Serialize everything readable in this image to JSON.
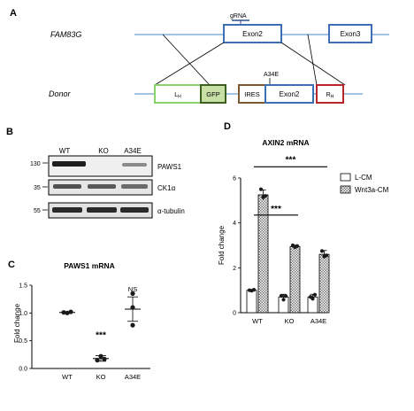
{
  "panels": {
    "a": {
      "label": "A",
      "gene": "FAM83G",
      "grna": "gRNA",
      "exon2": "Exon2",
      "exon3": "Exon3",
      "donor": "Donor",
      "lh_main": "L",
      "lh_sub": "H",
      "gfp": "GFP",
      "ires": "IRES",
      "mutation": "A34E",
      "donor_exon2": "Exon2",
      "rh_main": "R",
      "rh_sub": "H"
    },
    "b": {
      "label": "B",
      "lanes": [
        "WT",
        "KO",
        "A34E"
      ],
      "markers": [
        "130",
        "35",
        "55"
      ],
      "proteins": [
        "PAWS1",
        "CK1α",
        "α-tubulin"
      ]
    },
    "c": {
      "label": "C",
      "title": "PAWS1 mRNA"
    },
    "d": {
      "label": "D",
      "title": "AXIN2 mRNA"
    }
  },
  "chart_data": [
    {
      "panel": "C",
      "type": "scatter",
      "title": "PAWS1 mRNA",
      "ylabel": "Fold change",
      "categories": [
        "WT",
        "KO",
        "A34E"
      ],
      "ylim": [
        0,
        1.5
      ],
      "yticks": [
        "0.0",
        "0.5",
        "1.0",
        "1.5"
      ],
      "points": [
        [
          1.01,
          1.0,
          1.02
        ],
        [
          0.15,
          0.22,
          0.17
        ],
        [
          1.35,
          1.1,
          0.78
        ]
      ],
      "means": [
        1.01,
        0.18,
        1.07
      ],
      "sd": [
        0.01,
        0.05,
        0.22
      ],
      "annotations": [
        "",
        "***",
        "NS"
      ]
    },
    {
      "panel": "D",
      "type": "bar",
      "title": "AXIN2 mRNA",
      "ylabel": "Fold change",
      "categories": [
        "WT",
        "KO",
        "A34E"
      ],
      "ylim": [
        0,
        6
      ],
      "yticks": [
        "0",
        "2",
        "4",
        "6"
      ],
      "series": [
        {
          "name": "L-CM",
          "values": [
            1.0,
            0.7,
            0.7
          ],
          "sd": [
            0.03,
            0.12,
            0.12
          ],
          "points": [
            [
              1.0,
              0.98,
              1.02
            ],
            [
              0.75,
              0.58,
              0.74
            ],
            [
              0.7,
              0.62,
              0.8
            ]
          ]
        },
        {
          "name": "Wnt3a-CM",
          "values": [
            5.25,
            2.95,
            2.6
          ],
          "sd": [
            0.22,
            0.06,
            0.17
          ],
          "points": [
            [
              5.5,
              5.15,
              5.2
            ],
            [
              3.0,
              2.92,
              2.97
            ],
            [
              2.75,
              2.5,
              2.55
            ]
          ]
        }
      ],
      "significance": [
        {
          "from": "WT",
          "to": "KO",
          "label": "***"
        },
        {
          "from": "WT",
          "to": "A34E",
          "label": "***"
        }
      ],
      "legend": "top-right"
    }
  ]
}
